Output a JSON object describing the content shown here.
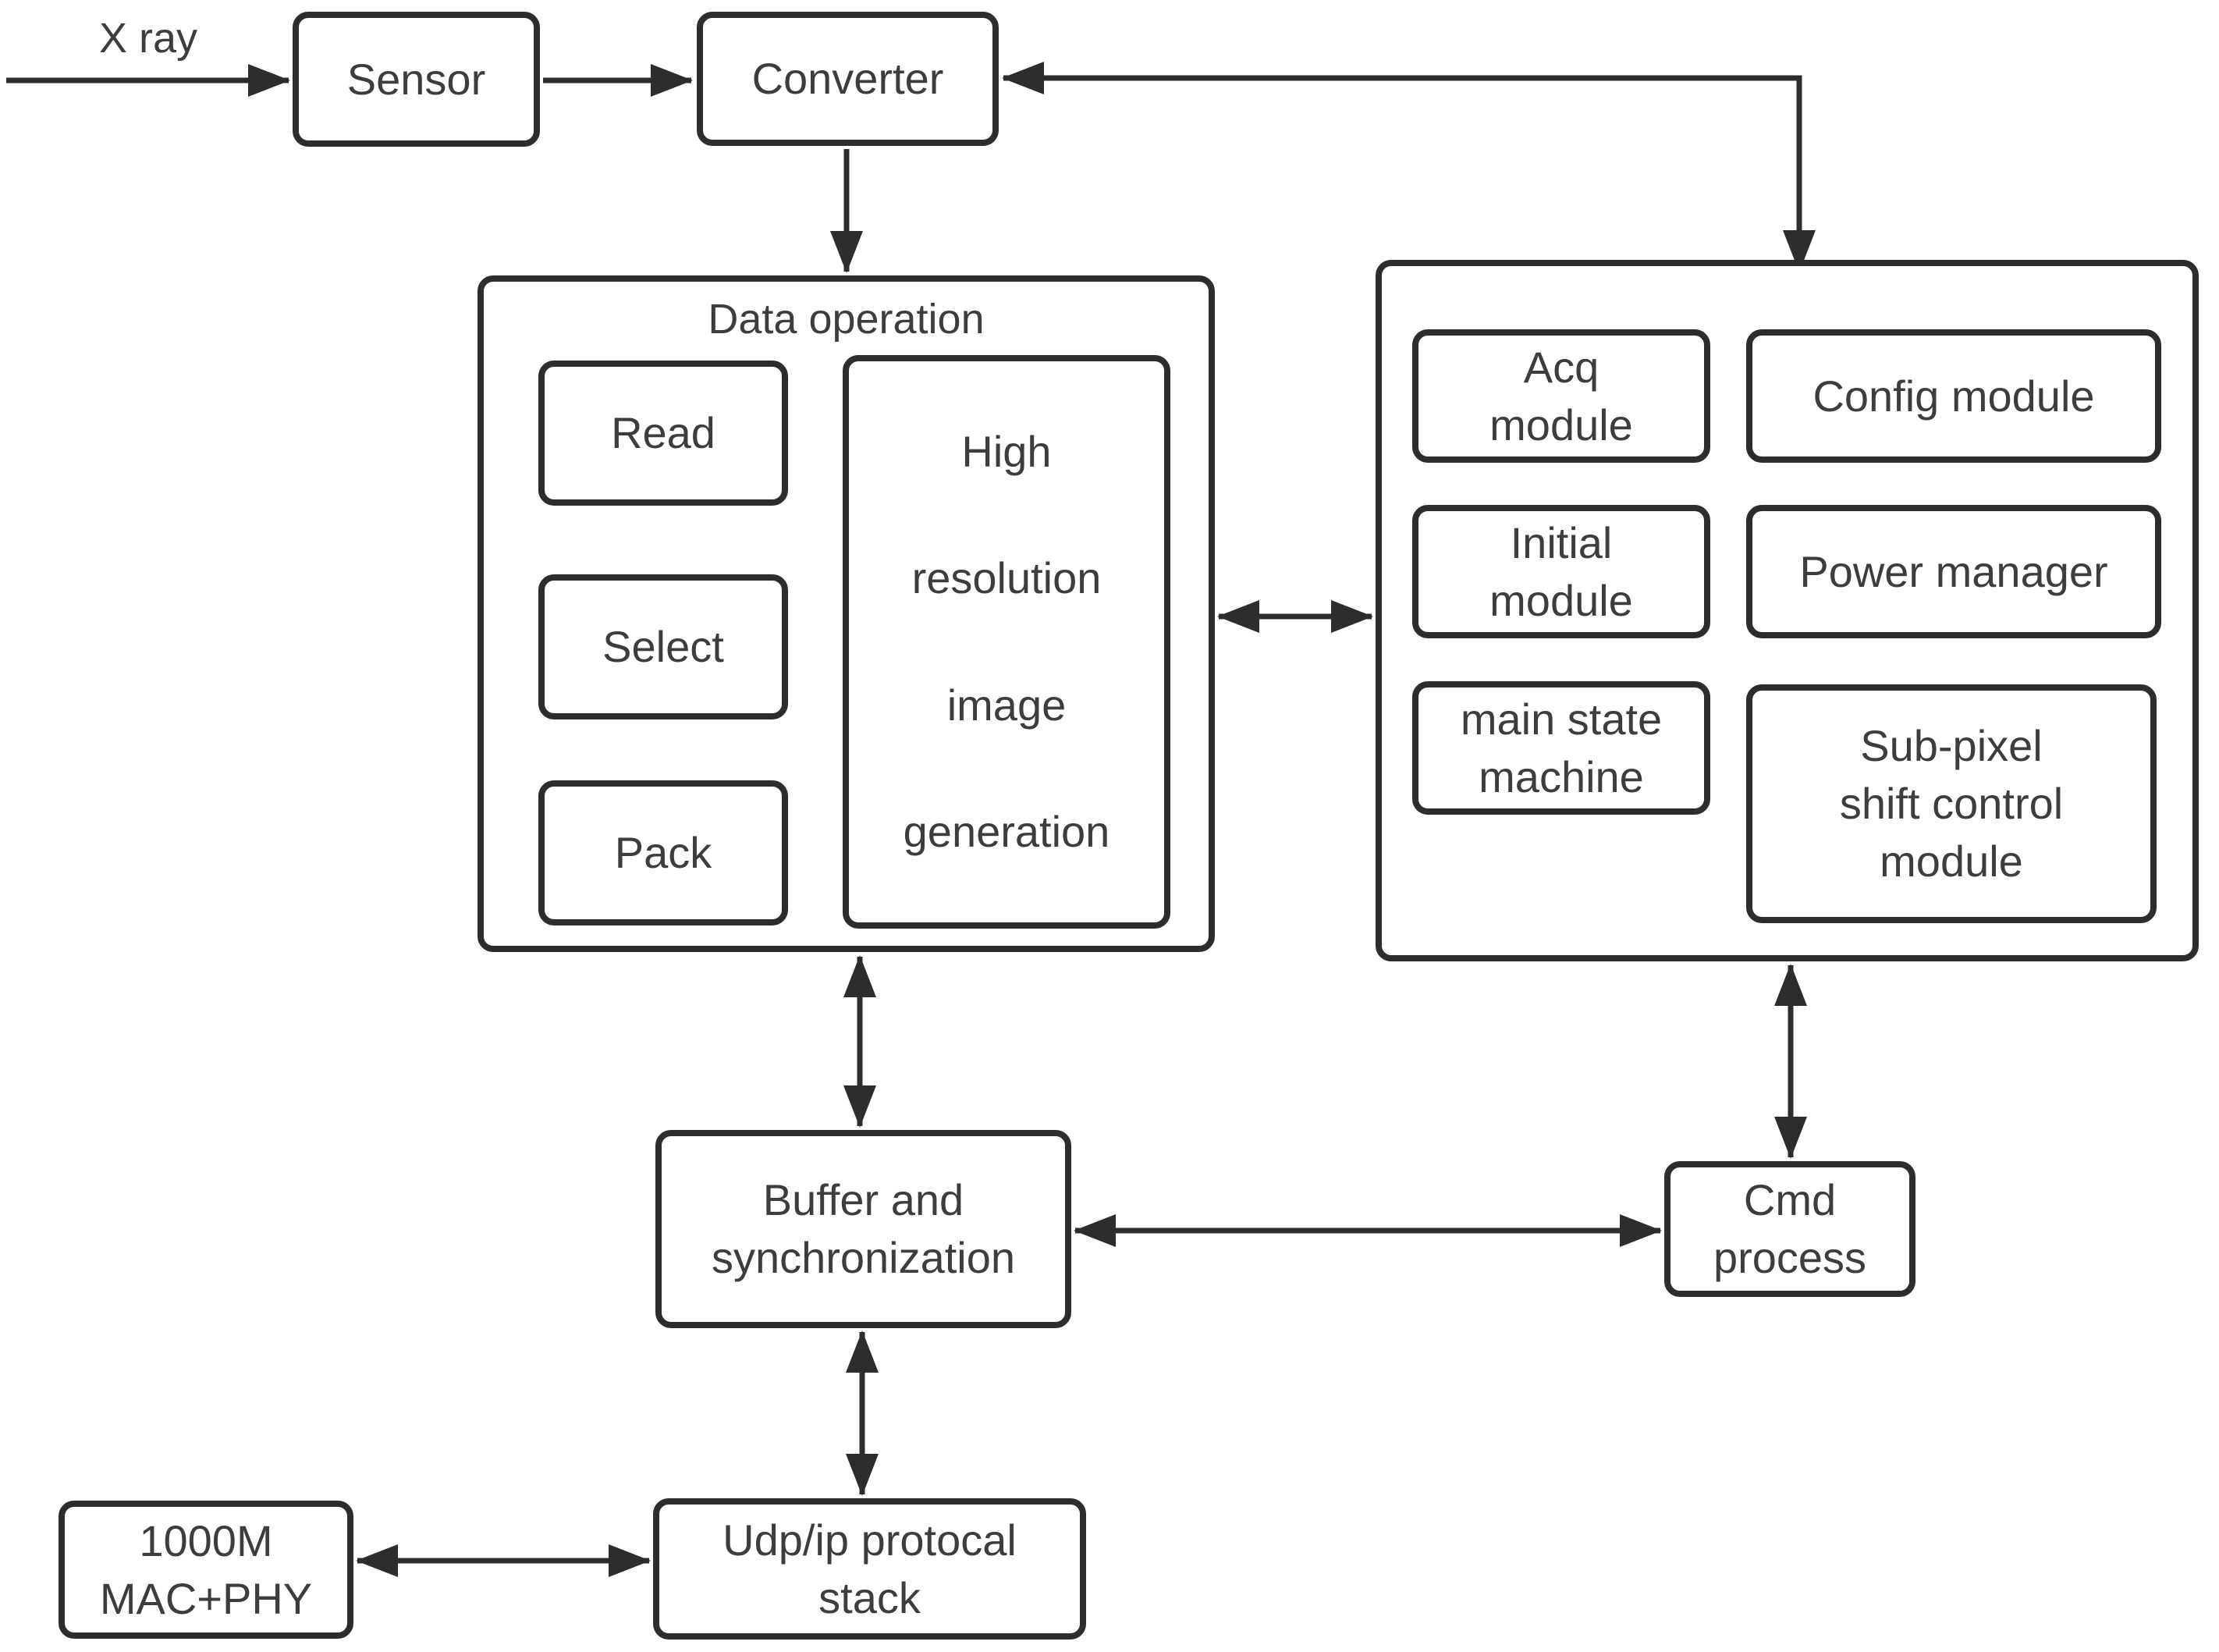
{
  "diagram": {
    "input_label": "X ray",
    "sensor_label": "Sensor",
    "converter_label": "Converter",
    "data_operation": {
      "title": "Data operation",
      "read_label": "Read",
      "select_label": "Select",
      "pack_label": "Pack",
      "high_res_label": "High\nresolution\nimage\ngeneration"
    },
    "control_modules": {
      "acq_label": "Acq\nmodule",
      "config_label": "Config module",
      "initial_label": "Initial\nmodule",
      "power_label": "Power manager",
      "main_state_label": "main state\nmachine",
      "subpixel_label": "Sub-pixel\nshift control\nmodule"
    },
    "buffer_label": "Buffer and\nsynchronization",
    "cmd_label": "Cmd\nprocess",
    "udp_label": "Udp/ip protocal\nstack",
    "mac_label": "1000M\nMAC+PHY"
  },
  "colors": {
    "line": "#2d2d2d",
    "text": "#3d3d3d",
    "background": "#ffffff"
  }
}
